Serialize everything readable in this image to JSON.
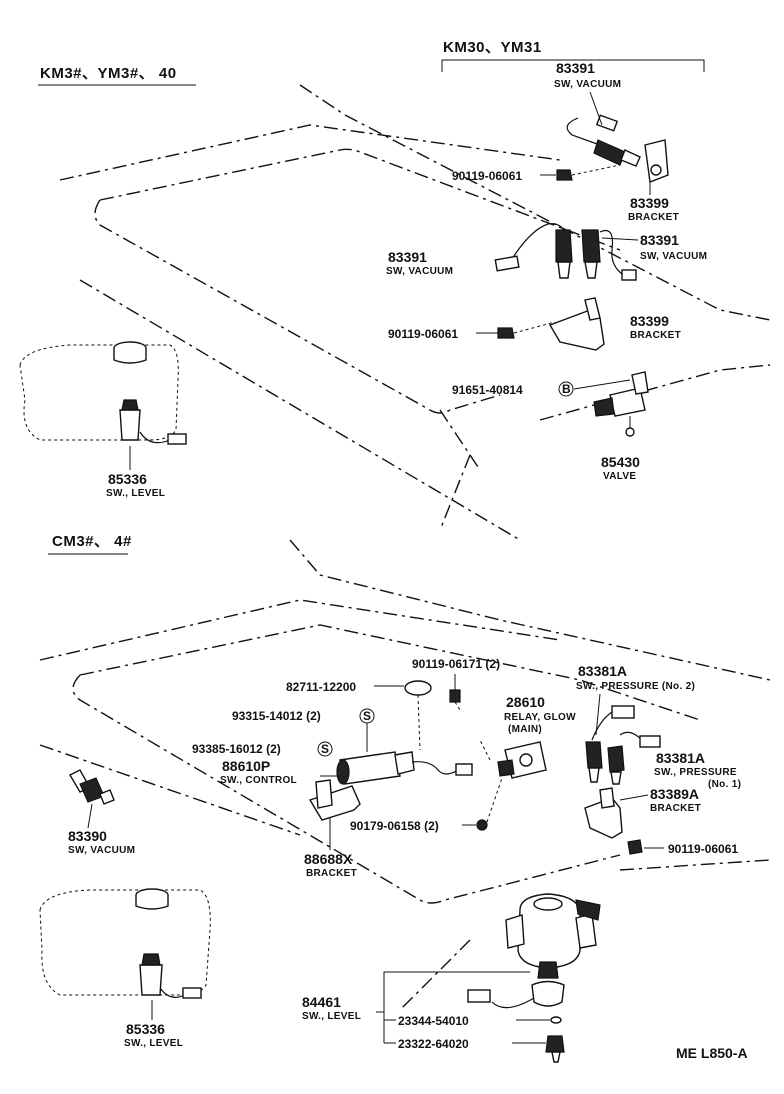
{
  "sections": {
    "km30": "KM30、YM31",
    "km3": "KM3#、YM3#、 40",
    "cm3": "CM3#、 4#"
  },
  "parts": {
    "p83391_top": {
      "num": "83391",
      "desc": "SW, VACUUM"
    },
    "p90119_top": {
      "num": "90119-06061"
    },
    "p83399_top": {
      "num": "83399",
      "desc": "BRACKET"
    },
    "p83391_left": {
      "num": "83391",
      "desc": "SW, VACUUM"
    },
    "p83391_right": {
      "num": "83391",
      "desc": "SW, VACUUM"
    },
    "p90119_mid": {
      "num": "90119-06061"
    },
    "p83399_mid": {
      "num": "83399",
      "desc": "BRACKET"
    },
    "p91651": {
      "num": "91651-40814",
      "marker": "B"
    },
    "p85430": {
      "num": "85430",
      "desc": "VALVE"
    },
    "p85336_top": {
      "num": "85336",
      "desc": "SW., LEVEL"
    },
    "p90119_06171": {
      "num": "90119-06171 (2)"
    },
    "p82711": {
      "num": "82711-12200"
    },
    "p93315": {
      "num": "93315-14012 (2)",
      "marker": "S"
    },
    "p93385": {
      "num": "93385-16012 (2)",
      "marker": "S"
    },
    "p88610P": {
      "num": "88610P",
      "desc": "SW., CONTROL"
    },
    "p28610": {
      "num": "28610",
      "desc": "RELAY, GLOW",
      "desc2": "(MAIN)"
    },
    "p83381A_1": {
      "num": "83381A",
      "desc": "SW., PRESSURE (No. 2)"
    },
    "p83381A_2": {
      "num": "83381A",
      "desc": "SW., PRESSURE",
      "desc2": "(No. 1)"
    },
    "p83389A": {
      "num": "83389A",
      "desc": "BRACKET"
    },
    "p90119_bot": {
      "num": "90119-06061"
    },
    "p90179": {
      "num": "90179-06158 (2)"
    },
    "p83390": {
      "num": "83390",
      "desc": "SW, VACUUM"
    },
    "p88688X": {
      "num": "88688X",
      "desc": "BRACKET"
    },
    "p84461": {
      "num": "84461",
      "desc": "SW., LEVEL"
    },
    "p23344": {
      "num": "23344-54010"
    },
    "p23322": {
      "num": "23322-64020"
    },
    "p85336_bot": {
      "num": "85336",
      "desc": "SW., LEVEL"
    }
  },
  "footer": {
    "code": "ME  L850-A"
  }
}
